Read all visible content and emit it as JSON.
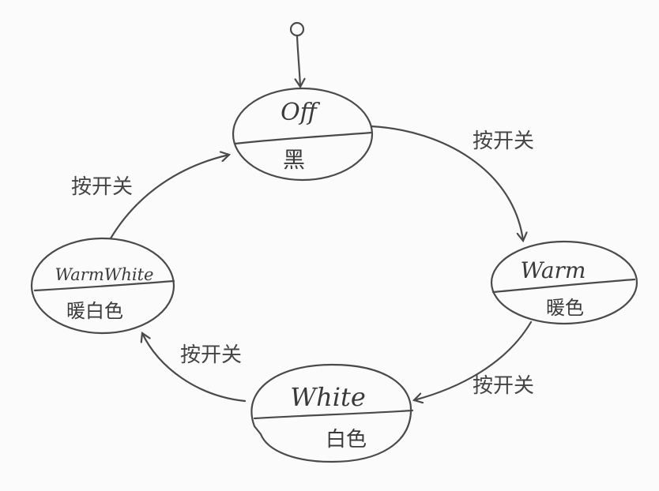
{
  "states": {
    "off": {
      "name": "Off",
      "color": "黑"
    },
    "warm": {
      "name": "Warm",
      "color": "暖色"
    },
    "white": {
      "name": "White",
      "color": "白色"
    },
    "warm_white": {
      "name": "WarmWhite",
      "color": "暖白色"
    }
  },
  "transitions": {
    "off_to_warm": {
      "label": "按开关"
    },
    "warm_to_white": {
      "label": "按开关"
    },
    "white_to_warm_white": {
      "label": "按开关"
    },
    "warm_white_to_off": {
      "label": "按开关"
    }
  },
  "style": {
    "stroke": "#4a4a4a",
    "background": "#fbfbfb"
  }
}
